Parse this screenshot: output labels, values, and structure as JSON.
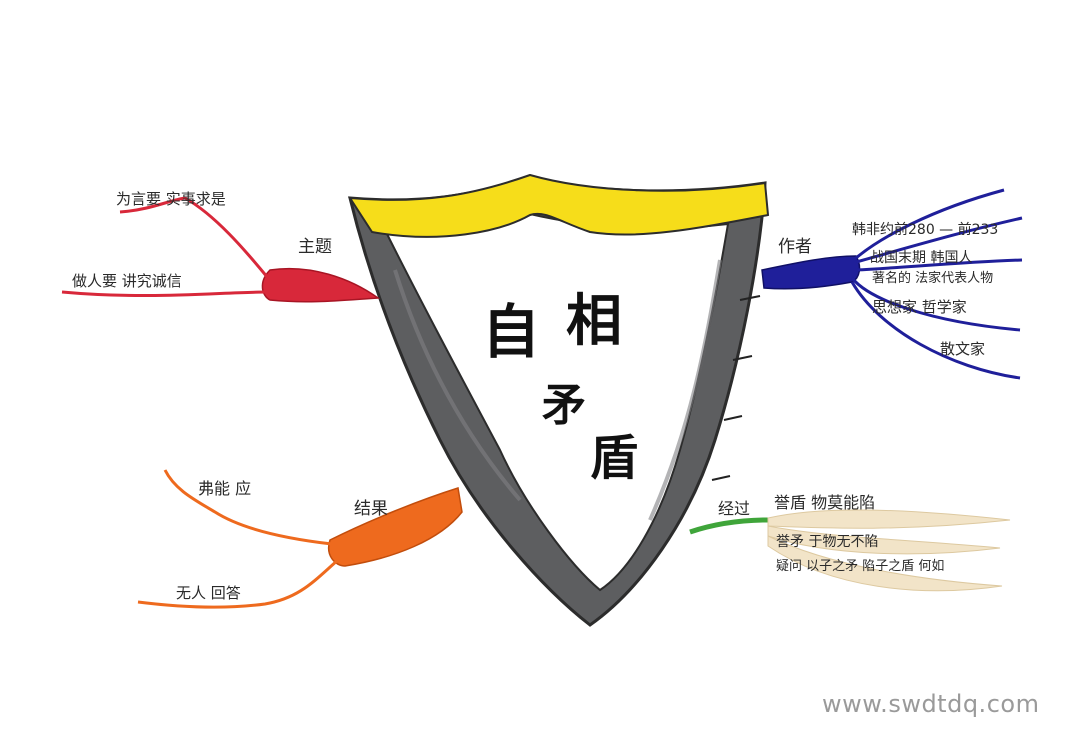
{
  "colors": {
    "red": "#d8283a",
    "orange": "#ee6a1e",
    "blue": "#1f1f9a",
    "green": "#3fa53a",
    "cream": "#f2e4c8",
    "yellow": "#f6dd1a",
    "gray": "#5d5e60"
  },
  "center": {
    "title_chars": [
      "自",
      "相",
      "矛",
      "盾"
    ]
  },
  "branches": {
    "theme": {
      "label": "主题",
      "leaves": [
        "为言要  实事求是",
        "做人要  讲究诚信"
      ]
    },
    "result": {
      "label": "结果",
      "leaves": [
        "弗能  应",
        "无人  回答"
      ]
    },
    "author": {
      "label": "作者",
      "leaves": [
        "韩非约前280 — 前233",
        "战国末期 韩国人",
        "著名的 法家代表人物",
        "思想家  哲学家",
        "散文家"
      ]
    },
    "process": {
      "label": "经过",
      "leaves": [
        "誉盾  物莫能陷",
        "誉矛  于物无不陷",
        "疑问  以子之矛 陷子之盾  何如"
      ]
    }
  },
  "watermark": "www.swdtdq.com"
}
